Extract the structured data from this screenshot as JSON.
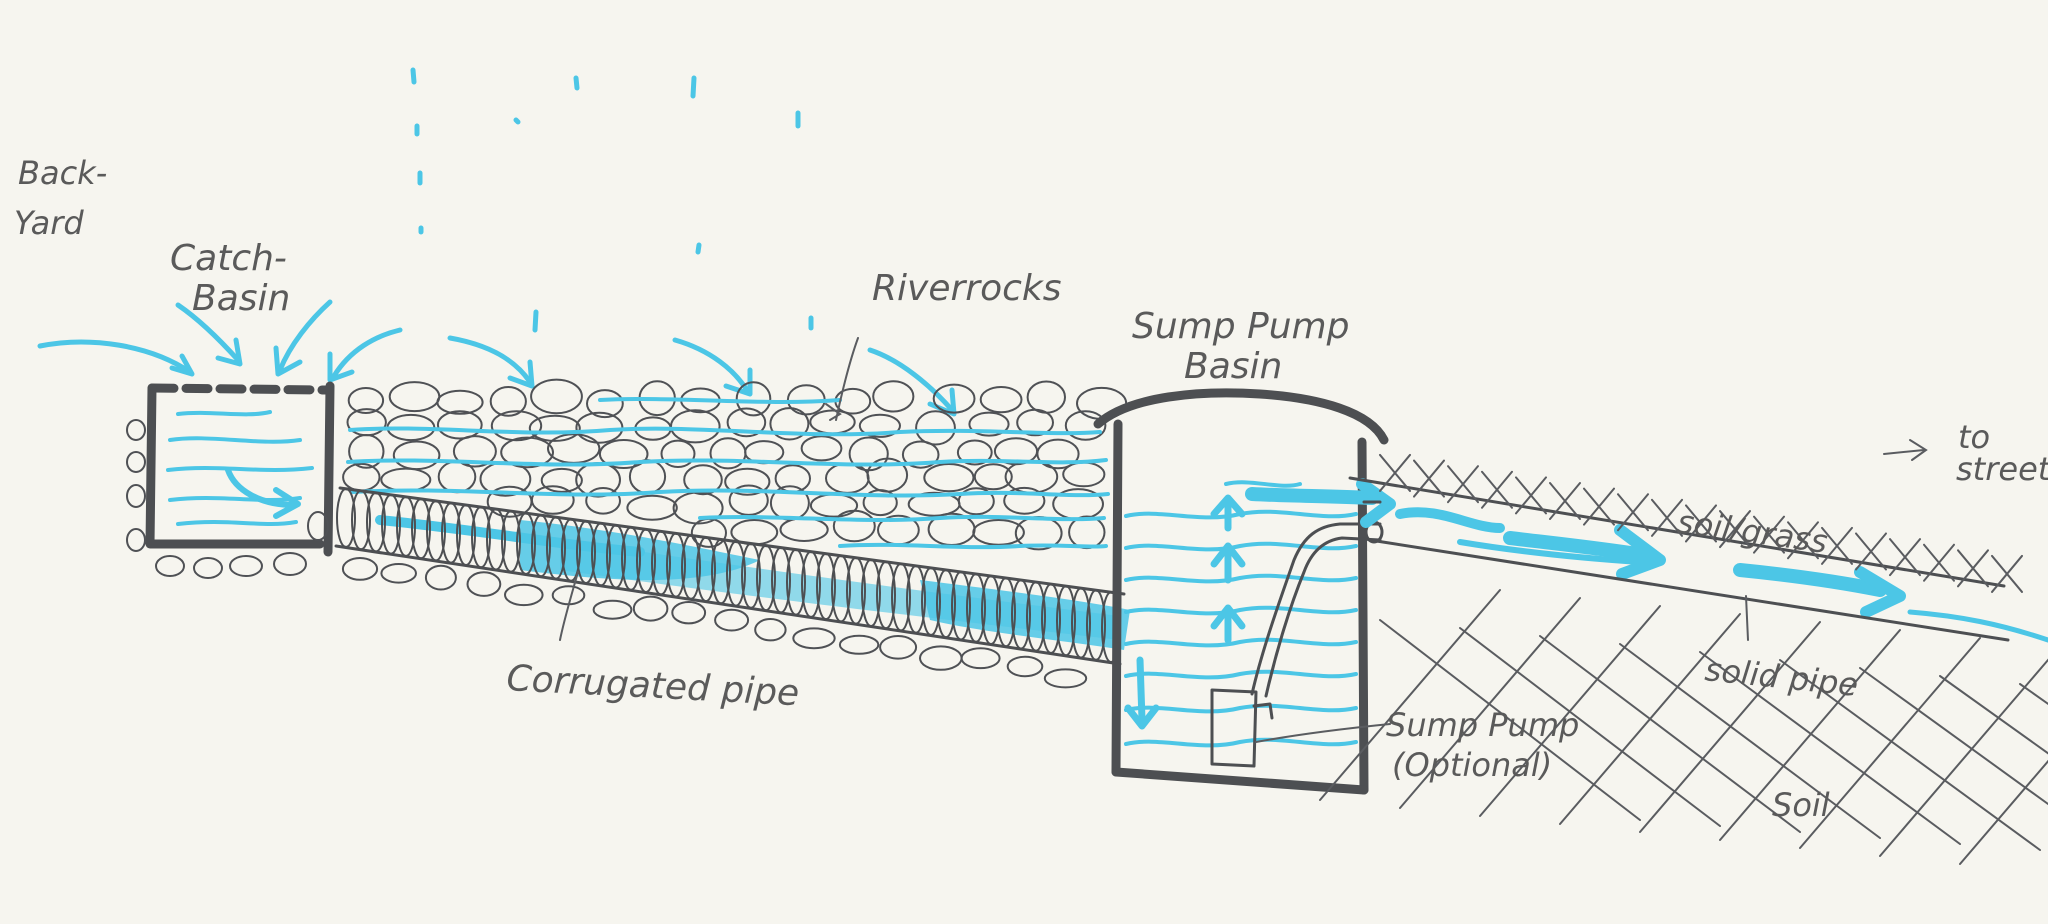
{
  "labels": {
    "backyard_line1": "Back-",
    "backyard_line2": "Yard",
    "catch_basin_line1": "Catch-",
    "catch_basin_line2": "Basin",
    "riverrocks": "Riverrocks",
    "sump_pump_basin_line1": "Sump Pump",
    "sump_pump_basin_line2": "Basin",
    "to_street_line1": "to",
    "to_street_line2": "street",
    "soil_grass": "soil/grass",
    "corrugated_pipe": "Corrugated pipe",
    "solid_pipe": "solid pipe",
    "sump_pump_line1": "Sump Pump",
    "sump_pump_line2": "(Optional)",
    "soil": "Soil"
  },
  "colors": {
    "paper": "#f6f5ef",
    "ink": "#4d4f52",
    "water": "#4cc6e6",
    "water_dark": "#2fb4e0"
  }
}
